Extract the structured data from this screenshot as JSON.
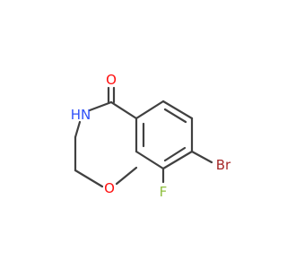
{
  "atoms": {
    "oxygen_carbonyl": {
      "symbol": "O",
      "color": "#ff0d0d"
    },
    "nitrogen": {
      "symbol": "H",
      "color": "#3050f8",
      "display": "HN"
    },
    "oxygen_ring": {
      "symbol": "O",
      "color": "#ff0d0d"
    },
    "fluorine": {
      "symbol": "F",
      "color": "#8fbf3f"
    },
    "bromine": {
      "symbol": "Br",
      "color": "#a62929"
    }
  },
  "colors": {
    "bond": "#404040",
    "background": "#ffffff"
  }
}
